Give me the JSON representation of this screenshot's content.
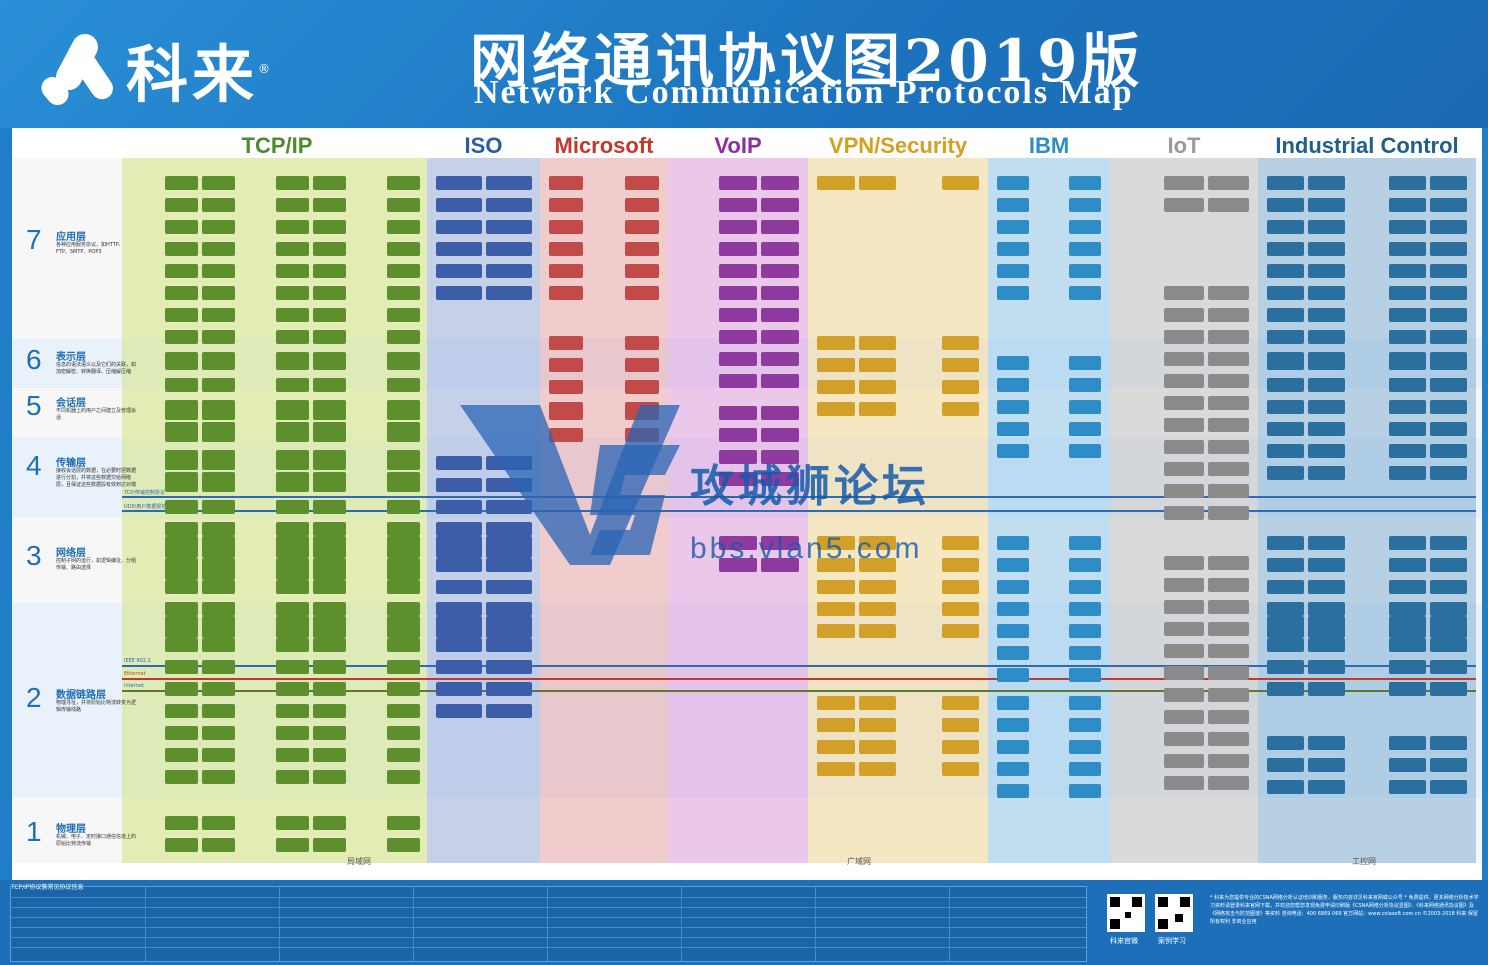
{
  "header": {
    "brand": "科来",
    "title_cn": "网络通讯协议图2019版",
    "title_en": "Network Communication Protocols Map"
  },
  "categories": [
    {
      "label": "TCP/IP",
      "color": "#4f8a2e",
      "bg": "#e6efb8"
    },
    {
      "label": "ISO",
      "color": "#2a5aa8",
      "bg": "#bcc8e6"
    },
    {
      "label": "Microsoft",
      "color": "#c0392b",
      "bg": "#f4c8c4"
    },
    {
      "label": "VoIP",
      "color": "#8e2d9e",
      "bg": "#e8bfe6"
    },
    {
      "label": "VPN/Security",
      "color": "#d4a020",
      "bg": "#f8e6b4"
    },
    {
      "label": "IBM",
      "color": "#2e8cc6",
      "bg": "#c6e2f4"
    },
    {
      "label": "IoT",
      "color": "#8a8a8a",
      "bg": "#dcdcdc"
    },
    {
      "label": "Industrial Control",
      "color": "#1e5f8e",
      "bg": "#bcd6ea"
    }
  ],
  "layers": [
    {
      "num": "7",
      "name": "应用层",
      "desc": "各种应用服务协议，如HTTP、FTP、SMTP、POP3"
    },
    {
      "num": "6",
      "name": "表示层",
      "desc": "信息的语法语义以及它们的关联，如加密解密、转换翻译、压缩解压缩"
    },
    {
      "num": "5",
      "name": "会话层",
      "desc": "不同机器上的用户之间建立及管理会话"
    },
    {
      "num": "4",
      "name": "传输层",
      "desc": "接收会话层的数据，在必要时把数据进行分割，并将这些数据交给网络层，且保证这些数据段有效到达对端"
    },
    {
      "num": "3",
      "name": "网络层",
      "desc": "控制子网的运行，如逻辑编址、分组传输、路由选择"
    },
    {
      "num": "2",
      "name": "数据链路层",
      "desc": "物理寻址，并将原始比特流转变为逻辑传输线路"
    },
    {
      "num": "1",
      "name": "物理层",
      "desc": "机械、电子、定时接口通信信道上的原始比特流传输"
    }
  ],
  "bus_lines": [
    {
      "label": "TCP/传输控制协议",
      "color": "#2e6bb0"
    },
    {
      "label": "UDP/用户数据报协议",
      "color": "#2e6bb0"
    },
    {
      "label": "IEEE 802.2",
      "color": "#2e6bb0"
    },
    {
      "label": "Ethernet",
      "color": "#c0392b"
    },
    {
      "label": "Internet",
      "color": "#2e6bb0"
    }
  ],
  "regions": {
    "lan": "局域网",
    "wan": "广域网",
    "industrial": "工控网"
  },
  "watermark": {
    "text": "攻城狮论坛",
    "url": "bbs.vlan5.com"
  },
  "footer": {
    "table_title": "TCP/IP协议簇常见协议信息",
    "qr1_label": "科来官微",
    "qr2_label": "案例学习",
    "notes": "* 科来为您提供专业的CSNA网络分析认证培训和服务，服务内容详见科来官网或公众号 * 免费提供，更多网络分析技术学习资料请登录科来官网下载，并欢迎您帮您发现免费申请印刷版《CSNA网络分析协议显图》、《科来网络通讯协议图》及《网络攻击与防范图谱》等资料 咨询电话：400 6869 069  官方网站：www.colasoft.com.cn ©2003-2018 科来 保留所有权利 非商业应用"
  }
}
